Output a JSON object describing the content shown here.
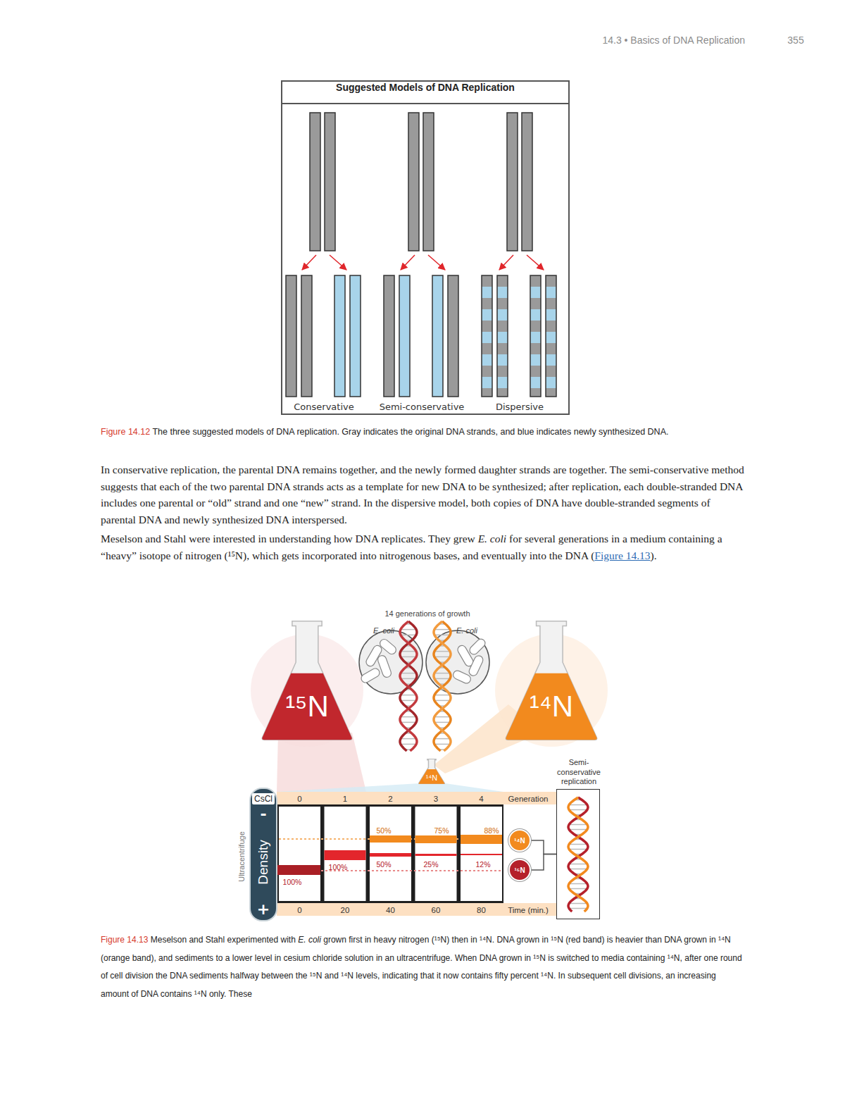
{
  "diagram": {
    "nodes": [
      {
        "text": [
          "Suggested Models of DNA Replication"
        ]
      },
      {
        "text": [
          "¹⁵N"
        ]
      },
      {
        "text": [
          "¹⁴N"
        ]
      },
      {
        "text": [
          "¹⁴N"
        ]
      },
      {
        "text": [
          "CsCl",
          "-",
          "Density",
          "+"
        ]
      },
      {
        "text": [
          "¹⁴N"
        ]
      },
      {
        "text": [
          "¹⁵N"
        ]
      },
      {
        "text": [
          "Semi-conservative replication"
        ]
      }
    ],
    "edges": [
      {
        "from": 5,
        "to": 7,
        "arrow": "none"
      },
      {
        "from": 6,
        "to": 7,
        "arrow": "none"
      }
    ],
    "labels": [
      "14.3 • Basics of DNA Replication",
      "355",
      "Conservative",
      "Semi-conservative",
      "Dispersive",
      "Figure 14.12",
      "The three suggested models of DNA replication. Gray indicates the original DNA strands, and blue indicates newly synthesized DNA.",
      "In conservative replication, the parental DNA remains together, and the newly formed daughter strands are together. The semi-conservative method suggests that each of the two parental DNA strands acts as a template for new DNA to be synthesized; after replication, each double-stranded DNA includes one parental or “old” strand and one “new” strand. In the dispersive model, both copies of DNA have double-stranded segments of parental DNA and newly synthesized DNA interspersed.",
      "Meselson and Stahl were interested in understanding how DNA replicates. They grew",
      "E. coli",
      "for several generations in a medium containing a “heavy” isotope of nitrogen (¹⁵N), which gets incorporated into nitrogenous bases, and eventually into the DNA (",
      "Figure 14.13",
      ").",
      "14 generations of growth",
      "E. coli",
      "E. coli",
      "Ultracentrifuge",
      "0",
      "1",
      "2",
      "3",
      "4",
      "Generation",
      "100%",
      "100%",
      "50%",
      "50%",
      "75%",
      "25%",
      "88%",
      "12%",
      "0",
      "20",
      "40",
      "60",
      "80",
      "Time (min.)",
      "Figure 14.13",
      "Meselson and Stahl experimented with",
      "E. coli",
      "grown first in heavy nitrogen (¹⁵N) then in ¹⁴N. DNA grown in ¹⁵N (red band) is heavier than DNA grown in ¹⁴N (orange band), and sediments to a lower level in cesium chloride solution in an ultracentrifuge. When DNA grown in ¹⁵N is switched to media containing ¹⁴N, after one round of cell division the DNA sediments halfway between the ¹⁵N and ¹⁴N levels, indicating that it now contains fifty percent ¹⁴N. In subsequent cell divisions, an increasing amount of DNA contains ¹⁴N only. These"
    ]
  }
}
